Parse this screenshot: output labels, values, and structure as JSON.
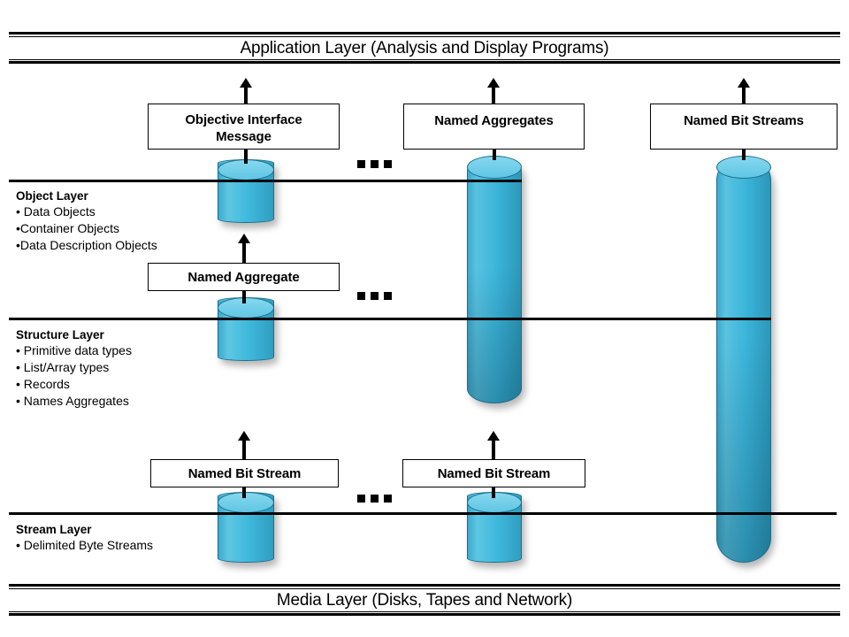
{
  "diagram": {
    "title": "Layered data architecture diagram",
    "header": {
      "label": "Application Layer (Analysis and Display Programs)"
    },
    "footer": {
      "label": "Media Layer (Disks, Tapes and Network)"
    },
    "layers": [
      {
        "id": "object-layer",
        "title": "Object Layer",
        "bullets": [
          "• Data Objects",
          "•Container Objects",
          "•Data Description Objects"
        ]
      },
      {
        "id": "structure-layer",
        "title": "Structure Layer",
        "bullets": [
          "• Primitive data types",
          "• List/Array types",
          "• Records",
          "• Names Aggregates"
        ]
      },
      {
        "id": "stream-layer",
        "title": "Stream Layer",
        "bullets": [
          "• Delimited Byte Streams"
        ]
      }
    ],
    "boxes": [
      {
        "id": "objective-interface-message",
        "label": "Objective Interface\nMessage",
        "line1": "Objective Interface",
        "line2": "Message"
      },
      {
        "id": "named-aggregates",
        "label": "Named Aggregates"
      },
      {
        "id": "named-bit-streams",
        "label": "Named Bit Streams"
      },
      {
        "id": "named-aggregate",
        "label": "Named Aggregate"
      },
      {
        "id": "named-bit-stream-left",
        "label": "Named Bit Stream"
      },
      {
        "id": "named-bit-stream-middle",
        "label": "Named Bit Stream"
      }
    ],
    "ellipsis": {
      "glyph": "...",
      "count": 3
    },
    "colors": {
      "cylinder_light": "#5fc6e4",
      "cylinder_mid": "#3fb8dd",
      "cylinder_dark": "#2d97b8",
      "cylinder_outline": "#1c6f8c",
      "line": "#000000",
      "background": "#ffffff"
    }
  }
}
